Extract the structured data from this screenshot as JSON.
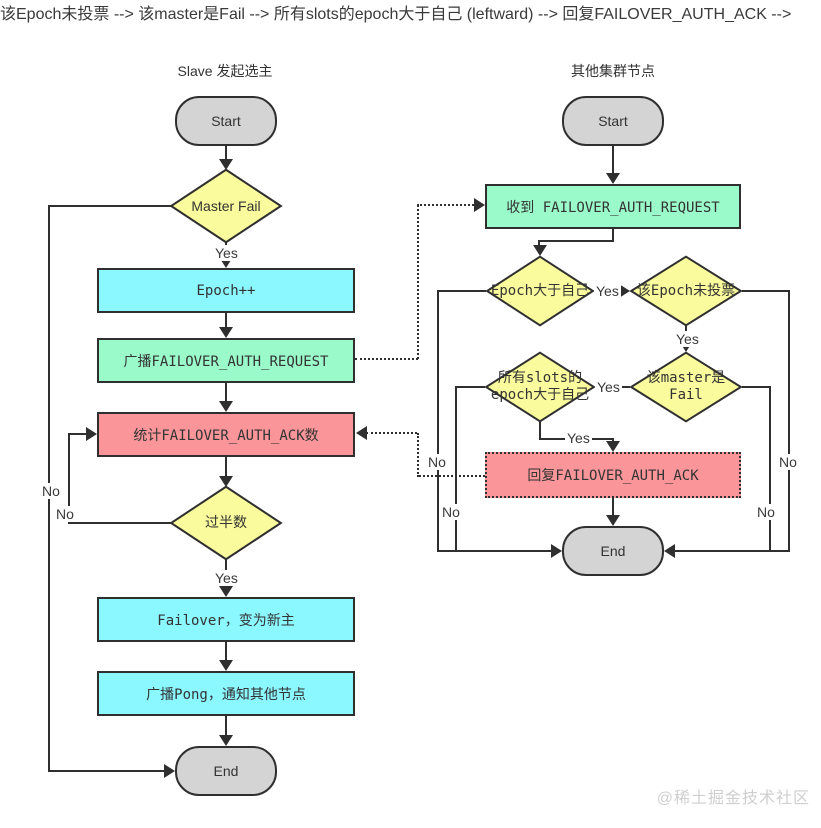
{
  "diagram": {
    "watermark": "@稀土掘金技术社区",
    "labels": {
      "yes": "Yes",
      "no": "No"
    },
    "colors": {
      "process_cyan": "#8bf7ff",
      "process_green": "#9bfaca",
      "process_red": "#fa969a",
      "decision_yellow": "#fafb9c",
      "terminal_gray": "#d4d4d4",
      "line": "#2f2f2f"
    },
    "left": {
      "title": "Slave 发起选主",
      "start": "Start",
      "decision_master_fail": "Master Fail",
      "process_epoch_increment": "Epoch++",
      "process_broadcast_request": "广播FAILOVER_AUTH_REQUEST",
      "process_count_ack": "统计FAILOVER_AUTH_ACK数",
      "decision_majority": "过半数",
      "process_failover": "Failover，变为新主",
      "process_broadcast_pong": "广播Pong，通知其他节点",
      "end": "End"
    },
    "right": {
      "title": "其他集群节点",
      "start": "Start",
      "process_receive_request": "收到 FAILOVER_AUTH_REQUEST",
      "decision_epoch_greater": "Epoch大于自己",
      "decision_epoch_not_voted": "该Epoch未投票",
      "decision_slots_epoch": {
        "line1": "所有slots的",
        "line2": "epoch大于自己"
      },
      "decision_master_is_fail": {
        "line1": "该master是",
        "line2": "Fail"
      },
      "process_reply_ack": "回复FAILOVER_AUTH_ACK",
      "end": "End"
    }
  }
}
